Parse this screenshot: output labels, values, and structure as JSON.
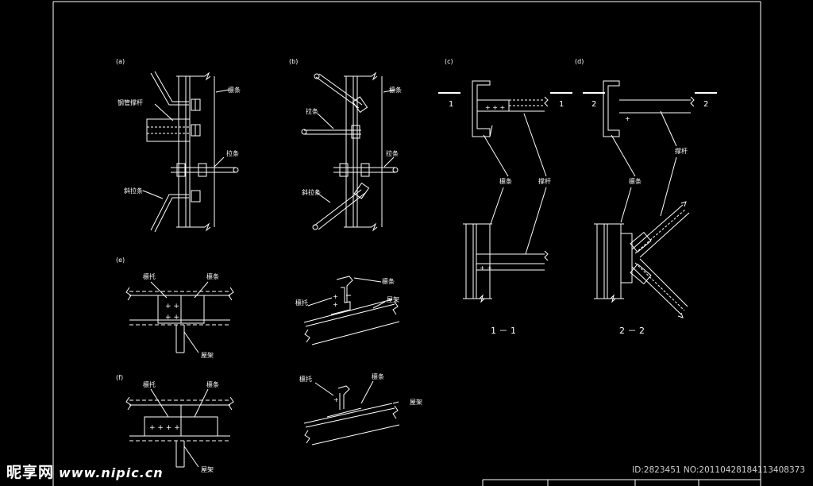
{
  "panels": {
    "a": {
      "tag": "(a)",
      "labels": [
        "檩条",
        "钢管撑杆",
        "拉条",
        "斜拉条"
      ]
    },
    "b": {
      "tag": "(b)",
      "labels": [
        "檩条",
        "拉条",
        "拉条",
        "斜拉条"
      ]
    },
    "c": {
      "tag": "(c)",
      "cut_left": "1",
      "cut_right": "1",
      "labels": [
        "檩条",
        "撑杆"
      ],
      "section_title": "1 － 1"
    },
    "d": {
      "tag": "(d)",
      "cut_left": "2",
      "cut_right": "2",
      "labels": [
        "撑杆",
        "檩条"
      ],
      "section_title": "2 － 2"
    },
    "e": {
      "tag": "(e)",
      "labels": [
        "檩托",
        "檩条",
        "屋架"
      ],
      "side_labels": [
        "檩条",
        "檩托",
        "屋架"
      ]
    },
    "f": {
      "tag": "(f)",
      "labels": [
        "檩托",
        "檩条",
        "屋架"
      ],
      "side_labels": [
        "檩托",
        "檩条",
        "屋架"
      ]
    }
  },
  "watermark": {
    "logo": "昵享网",
    "url": "www.nipic.cn",
    "id_text": "ID:2823451 NO:20110428184113408373"
  },
  "colors": {
    "background": "#000000",
    "line": "#ffffff"
  }
}
